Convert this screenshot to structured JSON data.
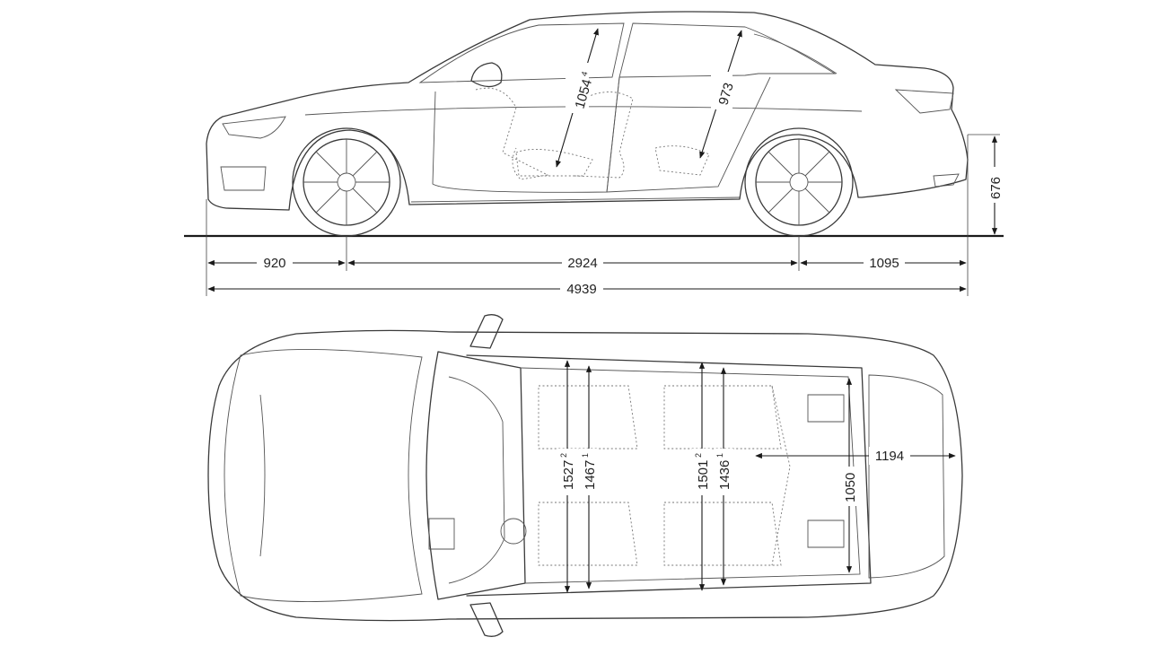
{
  "dimensions": {
    "front_overhang": "920",
    "wheelbase": "2924",
    "rear_overhang": "1095",
    "overall_length": "4939",
    "rear_height": "676",
    "front_headroom": "1054",
    "front_headroom_sup": "4",
    "rear_headroom": "973",
    "front_shoulder_width": "1527",
    "front_shoulder_sup": "2",
    "front_elbow_width": "1467",
    "front_elbow_sup": "1",
    "rear_shoulder_width": "1501",
    "rear_shoulder_sup": "2",
    "rear_elbow_width": "1436",
    "rear_elbow_sup": "1",
    "trunk_length": "1194",
    "trunk_width": "1050"
  }
}
